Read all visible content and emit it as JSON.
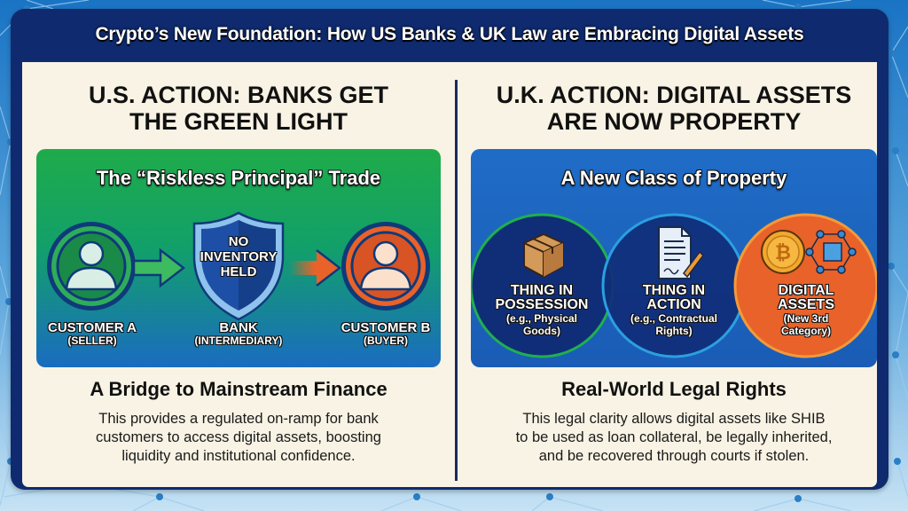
{
  "title": "Crypto’s New Foundation: How US Banks & UK Law are Embracing Digital Assets",
  "colors": {
    "frame": "#0f2a6e",
    "content_bg": "#f8f3e4",
    "green": "#1fab4a",
    "blue": "#1f6cc6",
    "orange": "#e8622a"
  },
  "us": {
    "heading_line1": "U.S. ACTION: BANKS GET",
    "heading_line2": "THE GREEN LIGHT",
    "card_title": "The “Riskless Principal” Trade",
    "shield": {
      "line1": "NO",
      "line2": "INVENTORY",
      "line3": "HELD"
    },
    "nodes": [
      {
        "label": "CUSTOMER A",
        "sub": "(SELLER)",
        "icon": "person-icon"
      },
      {
        "label": "BANK",
        "sub": "(INTERMEDIARY)",
        "icon": "shield-icon"
      },
      {
        "label": "CUSTOMER B",
        "sub": "(BUYER)",
        "icon": "person-icon"
      }
    ],
    "subhead": "A Bridge to Mainstream Finance",
    "body_line1": "This provides a regulated on-ramp for bank",
    "body_line2": "customers to access digital assets, boosting",
    "body_line3": "liquidity and institutional confidence."
  },
  "uk": {
    "heading_line1": "U.K. ACTION: DIGITAL ASSETS",
    "heading_line2": "ARE NOW PROPERTY",
    "card_title": "A New Class of Property",
    "categories": [
      {
        "line1": "THING IN",
        "line2": "POSSESSION",
        "sub1": "(e.g., Physical",
        "sub2": "Goods)",
        "icon": "box-icon"
      },
      {
        "line1": "THING IN",
        "line2": "ACTION",
        "sub1": "(e.g., Contractual",
        "sub2": "Rights)",
        "icon": "contract-icon"
      },
      {
        "line1": "DIGITAL",
        "line2": "ASSETS",
        "sub1": "(New 3rd",
        "sub2": "Category)",
        "icon": "bitcoin-blockchain-icon"
      }
    ],
    "subhead": "Real-World Legal Rights",
    "body_line1": "This legal clarity allows digital assets like SHIB",
    "body_line2": "to be used as loan collateral, be legally inherited,",
    "body_line3": "and be recovered through courts if stolen."
  }
}
